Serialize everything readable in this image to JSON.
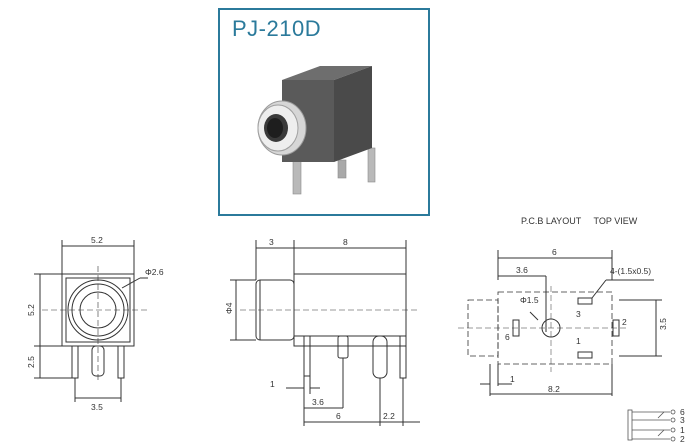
{
  "product": {
    "model": "PJ-210D",
    "photo_name": "3.5mm audio jack component"
  },
  "pcb_layout": {
    "heading_left": "P.C.B LAYOUT",
    "heading_right": "TOP VIEW"
  },
  "dims": {
    "front_width": "5.2",
    "front_height": "5.2",
    "front_hole": "Φ2.6",
    "front_pin_length": "2.5",
    "front_pin_spacing": "3.5",
    "side_nose": "3",
    "side_body": "8",
    "side_diameter": "Φ4",
    "side_pin_width": "1",
    "side_pin_offset": "3.6",
    "side_pin_span": "6",
    "side_pin_end": "2.2",
    "pcb_width": "6",
    "pcb_hole_offset": "3.6",
    "pcb_hole": "Φ1.5",
    "pcb_pads": "4-(1.5x0.5)",
    "pcb_height": "3.5",
    "pcb_nose": "1",
    "pcb_total": "8.2",
    "pad_label_3": "3",
    "pad_label_6": "6",
    "pad_label_2": "2",
    "pad_label_1": "1"
  },
  "schematic": {
    "pins": [
      "6",
      "3",
      "1",
      "2"
    ]
  }
}
